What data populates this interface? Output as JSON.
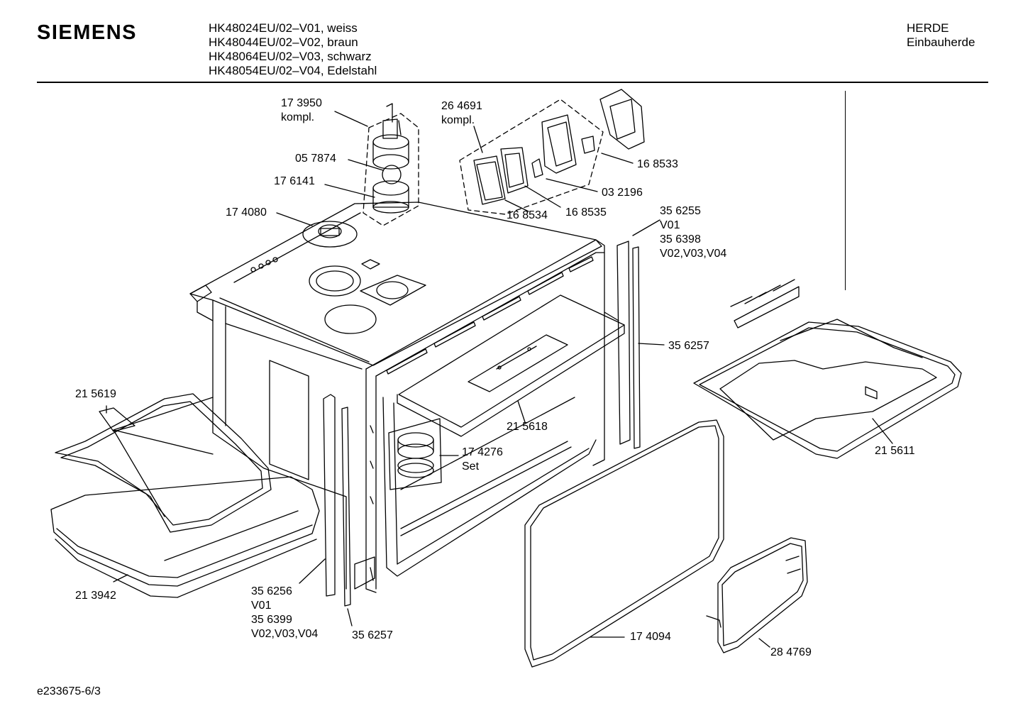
{
  "header": {
    "brand": "SIEMENS",
    "models": [
      "HK48024EU/02–V01, weiss",
      "HK48044EU/02–V02, braun",
      "HK48064EU/02–V03, schwarz",
      "HK48054EU/02–V04, Edelstahl"
    ],
    "category": [
      "HERDE",
      "Einbauherde"
    ]
  },
  "footer": {
    "code": "e233675-6/3"
  },
  "parts": [
    {
      "id": "p173950",
      "lines": [
        "17 3950",
        "kompl."
      ]
    },
    {
      "id": "p057874",
      "lines": [
        "05 7874"
      ]
    },
    {
      "id": "p176141",
      "lines": [
        "17 6141"
      ]
    },
    {
      "id": "p174080",
      "lines": [
        "17 4080"
      ]
    },
    {
      "id": "p264691",
      "lines": [
        "26 4691",
        "kompl."
      ]
    },
    {
      "id": "p168533",
      "lines": [
        "16 8533"
      ]
    },
    {
      "id": "p032196",
      "lines": [
        "03 2196"
      ]
    },
    {
      "id": "p168535",
      "lines": [
        "16 8535"
      ]
    },
    {
      "id": "p168534",
      "lines": [
        "16 8534"
      ]
    },
    {
      "id": "p356255",
      "lines": [
        "35 6255",
        "V01",
        "35 6398",
        "V02,V03,V04"
      ]
    },
    {
      "id": "p356257a",
      "lines": [
        "35 6257"
      ]
    },
    {
      "id": "p215619",
      "lines": [
        "21 5619"
      ]
    },
    {
      "id": "p215618",
      "lines": [
        "21 5618"
      ]
    },
    {
      "id": "p174276",
      "lines": [
        "17 4276",
        "Set"
      ]
    },
    {
      "id": "p215611",
      "lines": [
        "21 5611"
      ]
    },
    {
      "id": "p213942",
      "lines": [
        "21 3942"
      ]
    },
    {
      "id": "p356256",
      "lines": [
        "35 6256",
        "V01",
        "35 6399",
        "V02,V03,V04"
      ]
    },
    {
      "id": "p356257b",
      "lines": [
        "35 6257"
      ]
    },
    {
      "id": "p174094",
      "lines": [
        "17 4094"
      ]
    },
    {
      "id": "p284769",
      "lines": [
        "28 4769"
      ]
    }
  ]
}
